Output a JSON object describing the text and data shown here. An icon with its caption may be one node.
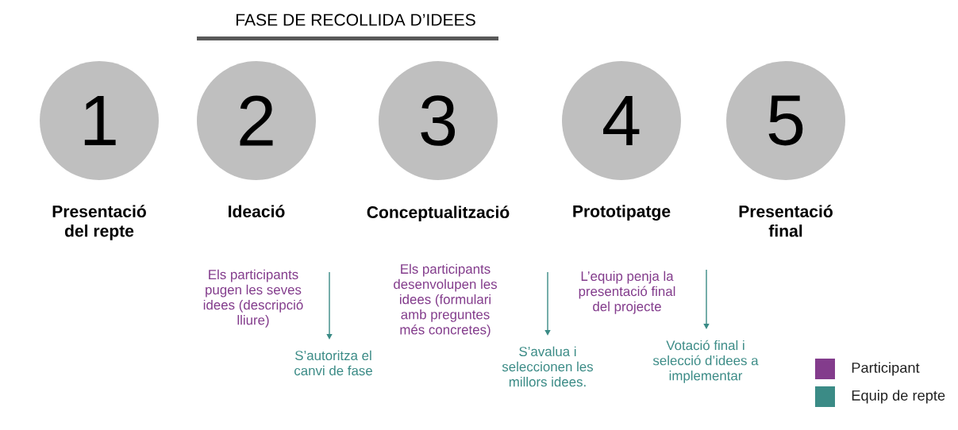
{
  "diagram": {
    "title": "FASE DE RECOLLIDA D’IDEES",
    "nodes": [
      {
        "text": [
          "1"
        ],
        "beside": [
          "Presentació del repte"
        ]
      },
      {
        "text": [
          "2"
        ],
        "beside": [
          "Ideació"
        ]
      },
      {
        "text": [
          "3"
        ],
        "beside": [
          "Conceptualització"
        ]
      },
      {
        "text": [
          "4"
        ],
        "beside": [
          "Prototipatge"
        ]
      },
      {
        "text": [
          "5"
        ],
        "beside": [
          "Presentació final"
        ]
      },
      {
        "text": [
          "Els participants pugen les seves idees (descripció lliure)"
        ]
      },
      {
        "text": [
          "S’autoritza el canvi de fase"
        ]
      },
      {
        "text": [
          "Els participants desenvolupen les idees (formulari amb preguntes més concretes)"
        ]
      },
      {
        "text": [
          "S’avalua i seleccionen les millors idees."
        ]
      },
      {
        "text": [
          "L’equip penja la presentació final del projecte"
        ]
      },
      {
        "text": [
          "Votació final i selecció d’idees a implementar"
        ]
      }
    ],
    "edges": [
      {
        "from": null,
        "to": 6,
        "arrow": "to"
      },
      {
        "from": null,
        "to": 8,
        "arrow": "to"
      },
      {
        "from": null,
        "to": 10,
        "arrow": "to"
      }
    ],
    "legend": [
      {
        "text": "Participant",
        "color": "#833c8c"
      },
      {
        "text": "Equip de repte",
        "color": "#3b8b86"
      }
    ]
  }
}
